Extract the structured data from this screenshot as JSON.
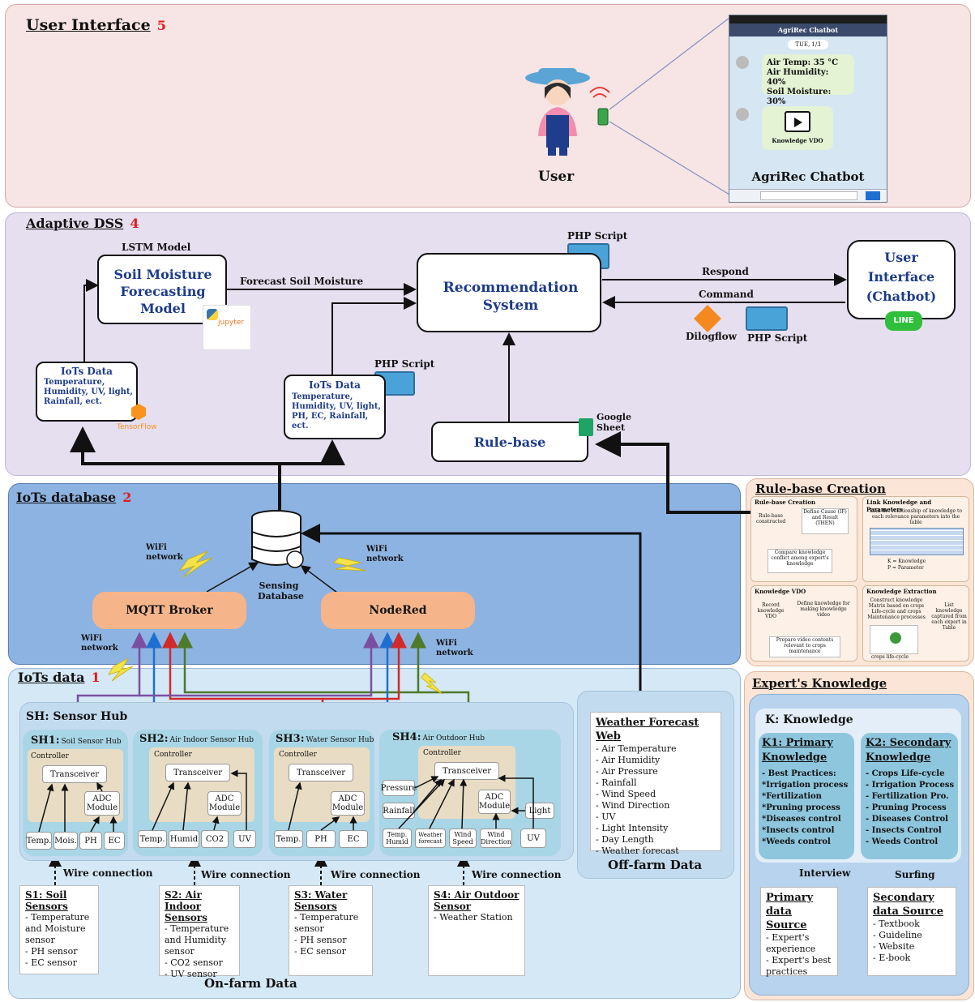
{
  "layers": {
    "user_interface": {
      "title": "User Interface",
      "num": "5"
    },
    "adaptive_dss": {
      "title": "Adaptive DSS",
      "num": "4"
    },
    "iots_database": {
      "title": "IoTs database",
      "num": "2"
    },
    "iots_data": {
      "title": "IoTs data",
      "num": "1"
    }
  },
  "ui": {
    "user_label": "User",
    "phone_title": "AgriRec Chatbot",
    "phone_date": "TUE, 1/3",
    "msg_lines": [
      "Air Temp: 35 °C",
      "Air Humidity: 40%",
      "Soil Moisture: 30%"
    ],
    "video_label": "Knowledge VDO",
    "chatbot_caption": "AgriRec Chatbot"
  },
  "dss": {
    "lstm_label": "LSTM Model",
    "soil_model": "Soil Moisture Forecasting Model",
    "forecast_arrow": "Forecast Soil Moisture",
    "rec_system": "Recommendation System",
    "php_script": "PHP Script",
    "respond": "Respond",
    "command": "Command",
    "ui_chatbot": "User Interface (Chatbot)",
    "line_logo": "LINE",
    "dialogflow": "Dilogflow",
    "iot1_title": "IoTs Data",
    "iot1_body": "Temperature, Humidity, UV, light, Rainfall, ect.",
    "tensorflow": "TensorFlow",
    "iot2_title": "IoTs Data",
    "iot2_body": "Temperature, Humidity, UV, light, PH, EC, Rainfall, ect.",
    "rule_base": "Rule-base",
    "google_sheet": "Google Sheet",
    "jupyter": "jupyter"
  },
  "db": {
    "wifi": "WiFi network",
    "sensing_db": "Sensing Database",
    "mqtt": "MQTT Broker",
    "nodered": "NodeRed"
  },
  "rulebase_creation": {
    "title": "Rule-base Creation",
    "p1_title": "Rule-base Creation",
    "p1_a": "Rule-base constructed",
    "p1_b": "Define Cause (IF) and Result (THEN)",
    "p1_c": "Compare knowledge conflict among expert's knowledge",
    "p2_title": "Link Knowledge and Parameters",
    "p2_a": "Link the relationship of knowledge to each relevance parameters into the table",
    "p2_b": "K = Knowledge",
    "p2_c": "P = Parameter",
    "p3_title": "Knowledge VDO",
    "p3_a": "Record knowledge VDO",
    "p3_b": "Define knowledge for making knowledge video",
    "p3_c": "Prepare video contents relevant to crops maintenance",
    "p4_title": "Knowledge Extraction",
    "p4_a": "Construct knowledge Matrix based on crops Life-cycle and crops Maintenance processes",
    "p4_b": "List knowledge captured from each expert in Table",
    "p4_c": "crops life-cycle"
  },
  "iot": {
    "sh_title": "SH: Sensor Hub",
    "controller": "Controller",
    "transceiver": "Transceiver",
    "adc": "ADC Module",
    "sh1": {
      "code": "SH1:",
      "name": "Soil Sensor Hub",
      "sensors": [
        "Temp.",
        "Mois.",
        "PH",
        "EC"
      ]
    },
    "sh2": {
      "code": "SH2:",
      "name": "Air Indoor Sensor Hub",
      "sensors": [
        "Temp.",
        "Humid",
        "CO2",
        "UV"
      ]
    },
    "sh3": {
      "code": "SH3:",
      "name": "Water Sensor Hub",
      "sensors": [
        "Temp.",
        "PH",
        "EC"
      ]
    },
    "sh4": {
      "code": "SH4:",
      "name": "Air Outdoor Hub",
      "sensors": [
        "Temp. Humid",
        "Weather forecast",
        "Wind Speed",
        "Wind Direction",
        "UV"
      ],
      "side": [
        "Pressure",
        "Rainfall",
        "Light"
      ]
    },
    "wire": "Wire connection",
    "s1": {
      "title": "S1: Soil Sensors",
      "items": [
        "- Temperature and Moisture sensor",
        "- PH sensor",
        "- EC sensor"
      ]
    },
    "s2": {
      "title": "S2: Air Indoor Sensors",
      "items": [
        "- Temperature and Humidity sensor",
        "- CO2 sensor",
        "- UV sensor"
      ]
    },
    "s3": {
      "title": "S3: Water Sensors",
      "items": [
        "- Temperature sensor",
        "- PH sensor",
        "- EC sensor"
      ]
    },
    "s4": {
      "title": "S4: Air Outdoor Sensor",
      "items": [
        "- Weather Station"
      ]
    },
    "on_farm": "On-farm Data",
    "weather_title": "Weather Forecast Web",
    "weather_items": [
      "- Air Temperature",
      "- Air Humidity",
      "- Air Pressure",
      "- Rainfall",
      "- Wind Speed",
      "- Wind Direction",
      "- UV",
      "- Light Intensity",
      "- Day Length",
      "- Weather forecast"
    ],
    "off_farm": "Off-farm Data"
  },
  "expert": {
    "title": "Expert's Knowledge",
    "k_title": "K: Knowledge",
    "k1_title": "K1: Primary Knowledge",
    "k1_items": [
      "- Best Practices:",
      "*Irrigation process",
      "*Fertilization",
      "*Pruning process",
      "*Diseases control",
      "*Insects control",
      "*Weeds control"
    ],
    "k2_title": "K2: Secondary Knowledge",
    "k2_items": [
      "- Crops Life-cycle",
      "- Irrigation Process",
      "- Fertilization Pro.",
      "- Pruning Process",
      "- Diseases Control",
      "- Insects Control",
      "- Weeds Control"
    ],
    "interview": "Interview",
    "surfing": "Surfing",
    "primary_src": "Primary data Source",
    "primary_items": [
      "- Expert's experience",
      "- Expert's best practices"
    ],
    "secondary_src": "Secondary data Source",
    "secondary_items": [
      "- Textbook",
      "- Guideline",
      "- Website",
      "- E-book"
    ]
  },
  "colors": {
    "ui_layer": "#f7e4e4",
    "dss_layer": "#e6dff0",
    "db_layer": "#8db3e2",
    "iot_layer": "#d5e8f6",
    "expert_layer": "#fbe5d6",
    "pill": "#f6b48a",
    "wire_purple": "#7b4fa0",
    "wire_blue": "#1f6fd1",
    "wire_red": "#d12a2a",
    "wire_green": "#4f7a2a"
  }
}
